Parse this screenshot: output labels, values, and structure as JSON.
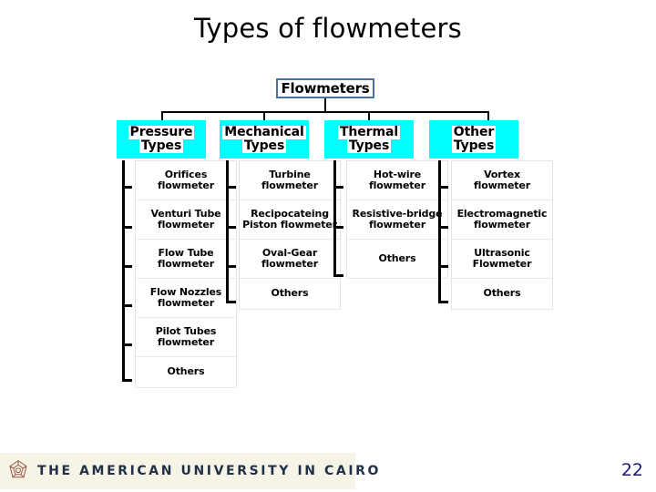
{
  "slide": {
    "title": "Types of flowmeters",
    "page_number": "22"
  },
  "colors": {
    "category_fill": "#00ffff",
    "root_border": "#4a6fa5",
    "connector": "#000000",
    "logo_band": "#f6f3e7",
    "logo_mark": "#9c5a4a",
    "logo_text": "#1f3048",
    "page_number": "#1a1a7a"
  },
  "chart": {
    "type": "tree-diagram",
    "root": {
      "label": "Flowmeters"
    },
    "categories": [
      {
        "label_line1": "Pressure",
        "label_line2": "Types",
        "leaves": [
          {
            "line1": "Orifices",
            "line2": "flowmeter"
          },
          {
            "line1": "Venturi Tube",
            "line2": "flowmeter"
          },
          {
            "line1": "Flow Tube",
            "line2": "flowmeter"
          },
          {
            "line1": "Flow Nozzles",
            "line2": "flowmeter"
          },
          {
            "line1": "Pilot Tubes",
            "line2": "flowmeter"
          },
          {
            "line1": "Others",
            "line2": ""
          }
        ]
      },
      {
        "label_line1": "Mechanical",
        "label_line2": "Types",
        "leaves": [
          {
            "line1": "Turbine",
            "line2": "flowmeter"
          },
          {
            "line1": "Recipocateing",
            "line2": "Piston flowmeter"
          },
          {
            "line1": "Oval-Gear",
            "line2": "flowmeter"
          },
          {
            "line1": "Others",
            "line2": ""
          }
        ]
      },
      {
        "label_line1": "Thermal",
        "label_line2": "Types",
        "leaves": [
          {
            "line1": "Hot-wire",
            "line2": "flowmeter"
          },
          {
            "line1": "Resistive-bridge",
            "line2": "flowmeter"
          },
          {
            "line1": "Others",
            "line2": ""
          }
        ]
      },
      {
        "label_line1": "Other",
        "label_line2": "Types",
        "leaves": [
          {
            "line1": "Vortex",
            "line2": "flowmeter"
          },
          {
            "line1": "Electromagnetic",
            "line2": "flowmeter"
          },
          {
            "line1": "Ultrasonic",
            "line2": "Flowmeter"
          },
          {
            "line1": "Others",
            "line2": ""
          }
        ]
      }
    ]
  },
  "footer": {
    "logo_text": "THE AMERICAN UNIVERSITY IN CAIRO",
    "logo_icon": "aic-emblem-icon"
  }
}
